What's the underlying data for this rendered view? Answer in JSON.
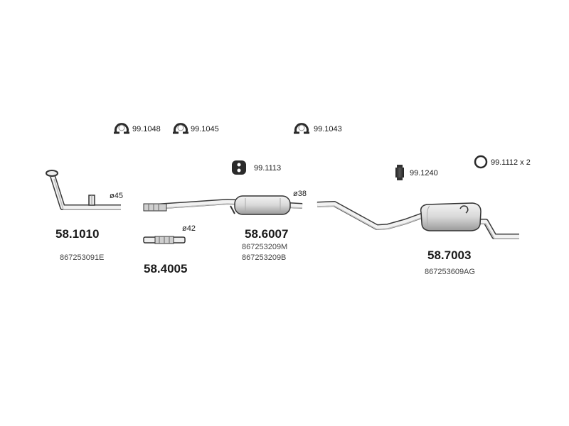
{
  "clamps": [
    {
      "part_no": "99.1048"
    },
    {
      "part_no": "99.1045"
    },
    {
      "part_no": "99.1043"
    }
  ],
  "hangers": {
    "rubber_mount": {
      "part_no": "99.1113"
    },
    "block_mount": {
      "part_no": "99.1240"
    },
    "ring": {
      "part_no": "99.1112 x 2"
    }
  },
  "parts": {
    "front_pipe": {
      "part_no": "58.1010",
      "oe": "867253091E",
      "diameter": "ø45"
    },
    "connector": {
      "part_no": "58.4005",
      "diameter": "ø42"
    },
    "middle_silencer": {
      "part_no": "58.6007",
      "oe": [
        "867253209M",
        "867253209B"
      ],
      "diameter": "ø38"
    },
    "rear_silencer": {
      "part_no": "58.7003",
      "oe": "867253609AG"
    }
  }
}
